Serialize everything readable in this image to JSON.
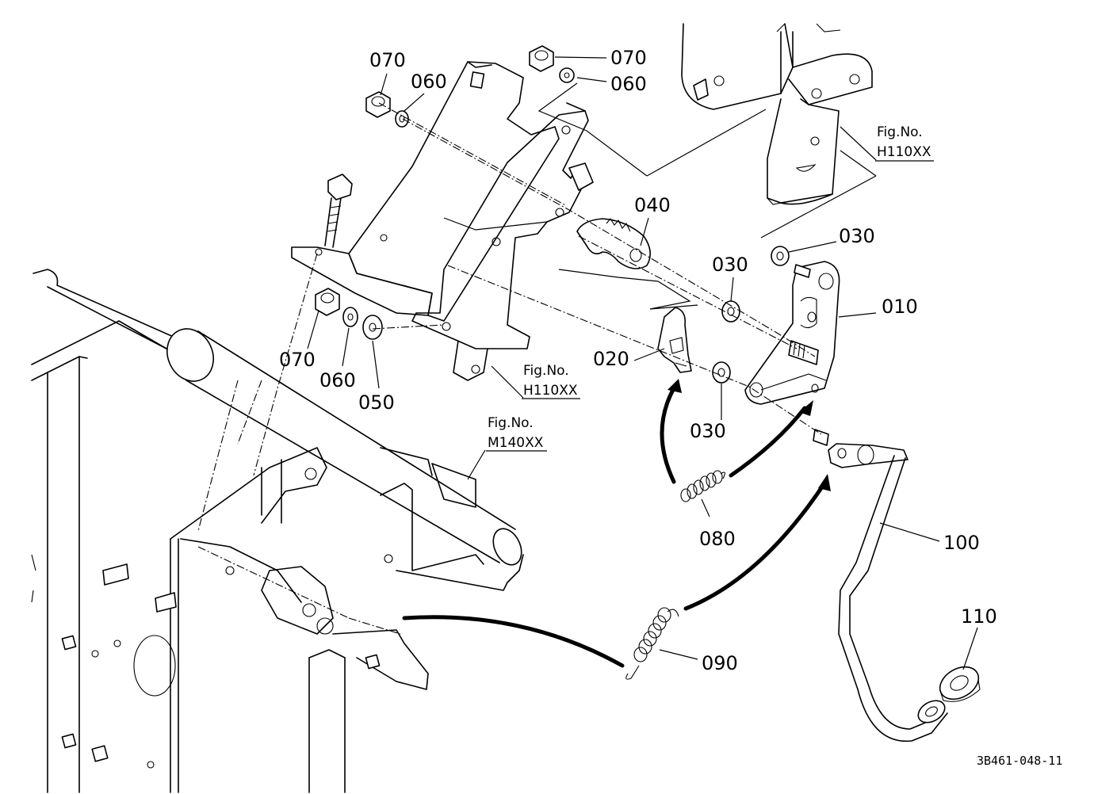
{
  "parts": [
    {
      "id": "010",
      "label": "010"
    },
    {
      "id": "020",
      "label": "020"
    },
    {
      "id": "030a",
      "label": "030"
    },
    {
      "id": "030b",
      "label": "030"
    },
    {
      "id": "030c",
      "label": "030"
    },
    {
      "id": "040",
      "label": "040"
    },
    {
      "id": "050",
      "label": "050"
    },
    {
      "id": "060a",
      "label": "060"
    },
    {
      "id": "060b",
      "label": "060"
    },
    {
      "id": "060c",
      "label": "060"
    },
    {
      "id": "070a",
      "label": "070"
    },
    {
      "id": "070b",
      "label": "070"
    },
    {
      "id": "070c",
      "label": "070"
    },
    {
      "id": "080",
      "label": "080"
    },
    {
      "id": "090",
      "label": "090"
    },
    {
      "id": "100",
      "label": "100"
    },
    {
      "id": "110",
      "label": "110"
    }
  ],
  "references": [
    {
      "id": "ref-h110-top",
      "prefix": "Fig.No.",
      "code": "H110XX"
    },
    {
      "id": "ref-h110-mid",
      "prefix": "Fig.No.",
      "code": "H110XX"
    },
    {
      "id": "ref-m140",
      "prefix": "Fig.No.",
      "code": "M140XX"
    }
  ],
  "drawing_code": "3B461-048-11"
}
